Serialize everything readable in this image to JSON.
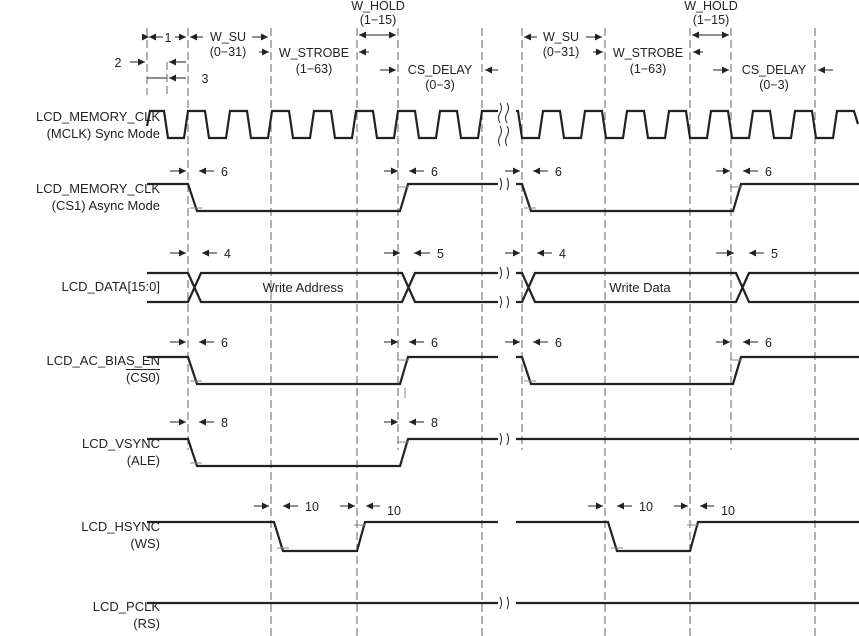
{
  "signals": [
    {
      "name": "LCD_MEMORY_CLK",
      "sub": "(MCLK) Sync Mode"
    },
    {
      "name": "LCD_MEMORY_CLK",
      "sub": "(CS1)  Async Mode"
    },
    {
      "name": "LCD_DATA[15:0]",
      "sub": ""
    },
    {
      "name": "LCD_AC_BIAS_EN",
      "sub": "(CS0)"
    },
    {
      "name": "LCD_VSYNC",
      "sub": "(ALE)"
    },
    {
      "name": "LCD_HSYNC",
      "sub": "(WS)"
    },
    {
      "name": "LCD_PCLK",
      "sub": "(RS)"
    }
  ],
  "bus_labels": {
    "first": "Write Address",
    "second": "Write Data"
  },
  "params": {
    "w_su": "W_SU",
    "w_su_range": "(0−31)",
    "w_strobe": "W_STROBE",
    "w_strobe_range": "(1−63)",
    "w_hold": "W_HOLD",
    "w_hold_range": "(1−15)",
    "cs_delay": "CS_DELAY",
    "cs_delay_range": "(0−3)"
  },
  "timing_numbers": {
    "n1": "1",
    "n2": "2",
    "n3": "3",
    "n4": "4",
    "n5": "5",
    "n6": "6",
    "n8": "8",
    "n10": "10"
  }
}
